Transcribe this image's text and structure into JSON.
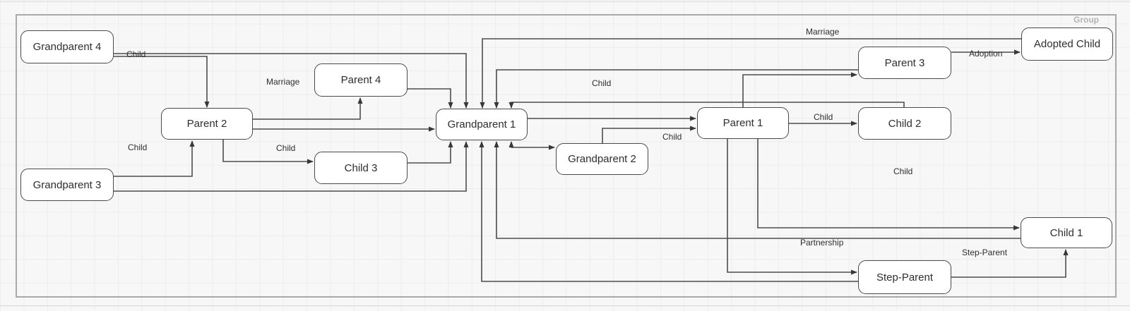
{
  "canvas": {
    "group_label": "Group"
  },
  "nodes": {
    "grandparent4": {
      "label": "Grandparent 4"
    },
    "grandparent3": {
      "label": "Grandparent 3"
    },
    "grandparent1": {
      "label": "Grandparent 1"
    },
    "grandparent2": {
      "label": "Grandparent 2"
    },
    "parent1": {
      "label": "Parent 1"
    },
    "parent2": {
      "label": "Parent 2"
    },
    "parent3": {
      "label": "Parent 3"
    },
    "parent4": {
      "label": "Parent 4"
    },
    "child1": {
      "label": "Child 1"
    },
    "child2": {
      "label": "Child 2"
    },
    "child3": {
      "label": "Child 3"
    },
    "adopted_child": {
      "label": "Adopted Child"
    },
    "step_parent": {
      "label": "Step-Parent"
    }
  },
  "edge_labels": {
    "g4_child": "Child",
    "p2_p4_marriage": "Marriage",
    "g3_p2_child": "Child",
    "p2_c3_child": "Child",
    "p3_g1_child": "Child",
    "ac_g1_marriage": "Marriage",
    "p3_ac_adoption": "Adoption",
    "g2_p1_child": "Child",
    "p1_c2_child": "Child",
    "p1_c1_child": "Child",
    "c1_g1_partnership": "Partnership",
    "sp_c1_step_parent": "Step-Parent"
  },
  "connections": [
    {
      "from": "Grandparent 4",
      "to": "Parent 2",
      "label": "Child"
    },
    {
      "from": "Grandparent 4",
      "to": "Grandparent 1",
      "label": ""
    },
    {
      "from": "Parent 4",
      "to": "Grandparent 1",
      "label": ""
    },
    {
      "from": "Adopted Child",
      "to": "Grandparent 1",
      "label": "Marriage"
    },
    {
      "from": "Parent 3",
      "to": "Grandparent 1",
      "label": "Child"
    },
    {
      "from": "Child 2",
      "to": "Grandparent 1",
      "label": ""
    },
    {
      "from": "Parent 2",
      "to": "Grandparent 1",
      "label": ""
    },
    {
      "from": "Grandparent 1",
      "to": "Parent 1",
      "label": ""
    },
    {
      "from": "Grandparent 2",
      "to": "Parent 1",
      "label": "Child"
    },
    {
      "from": "Grandparent 1",
      "to": "Grandparent 2",
      "label": "",
      "double_arrow": true
    },
    {
      "from": "Parent 2",
      "to": "Parent 4",
      "label": "Marriage"
    },
    {
      "from": "Parent 2",
      "to": "Child 3",
      "label": "Child"
    },
    {
      "from": "Grandparent 3",
      "to": "Parent 2",
      "label": "Child"
    },
    {
      "from": "Grandparent 3",
      "to": "Grandparent 1",
      "label": ""
    },
    {
      "from": "Child 3",
      "to": "Grandparent 1",
      "label": ""
    },
    {
      "from": "Step-Parent",
      "to": "Grandparent 1",
      "label": ""
    },
    {
      "from": "Child 1",
      "to": "Grandparent 1",
      "label": "Partnership"
    },
    {
      "from": "Parent 1",
      "to": "Step-Parent",
      "label": ""
    },
    {
      "from": "Parent 1",
      "to": "Child 1",
      "label": "Child"
    },
    {
      "from": "Step-Parent",
      "to": "Child 1",
      "label": "Step-Parent"
    },
    {
      "from": "Parent 1",
      "to": "Parent 3",
      "label": ""
    },
    {
      "from": "Parent 1",
      "to": "Child 2",
      "label": "Child"
    },
    {
      "from": "Parent 3",
      "to": "Adopted Child",
      "label": "Adoption"
    }
  ],
  "colors": {
    "background": "#f7f7f7",
    "node_fill": "#ffffff",
    "node_border": "#4a4a4a",
    "edge": "#4d4d4d",
    "group_border": "#a9a9a9",
    "group_label": "#b3b3b3",
    "text": "#2e2e2e"
  }
}
